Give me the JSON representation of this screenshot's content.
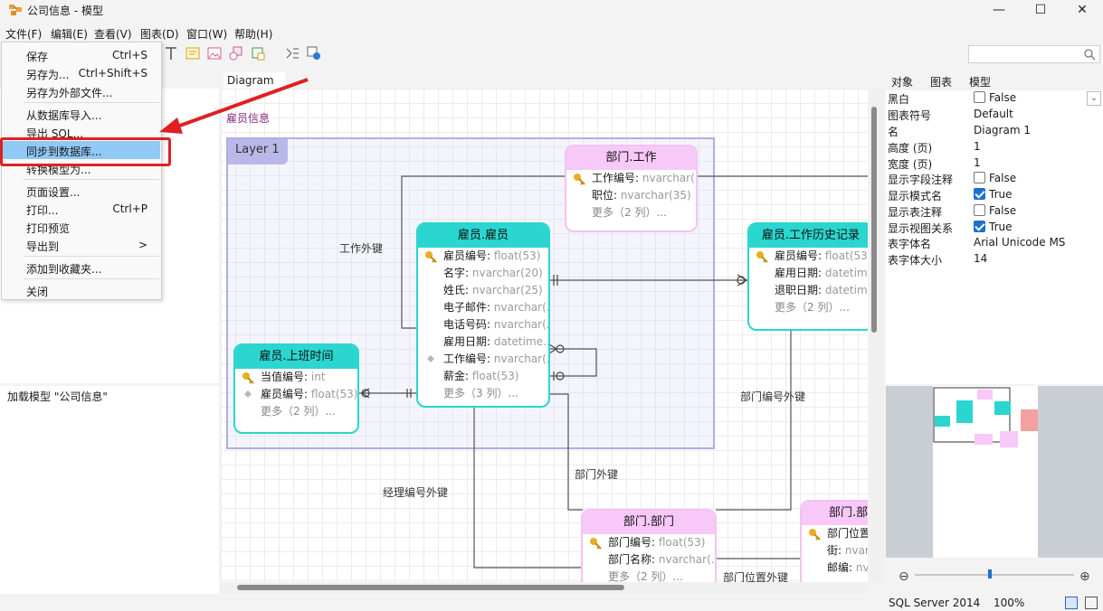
{
  "window": {
    "title": "公司信息 - 模型"
  },
  "menubar": [
    "文件(F)",
    "编辑(E)",
    "查看(V)",
    "图表(D)",
    "窗口(W)",
    "帮助(H)"
  ],
  "file_menu": {
    "items": [
      {
        "label": "保存",
        "shortcut": "Ctrl+S"
      },
      {
        "label": "另存为...",
        "shortcut": "Ctrl+Shift+S"
      },
      {
        "label": "另存为外部文件...",
        "shortcut": ""
      },
      {
        "label": "从数据库导入...",
        "shortcut": ""
      },
      {
        "label": "导出 SQL...",
        "shortcut": ""
      },
      {
        "label": "同步到数据库...",
        "shortcut": ""
      },
      {
        "label": "转换模型为...",
        "shortcut": ""
      },
      {
        "label": "页面设置...",
        "shortcut": ""
      },
      {
        "label": "打印...",
        "shortcut": "Ctrl+P"
      },
      {
        "label": "打印预览",
        "shortcut": ""
      },
      {
        "label": "导出到",
        "shortcut": ">"
      },
      {
        "label": "添加到收藏夹...",
        "shortcut": ""
      },
      {
        "label": "关闭",
        "shortcut": ""
      }
    ]
  },
  "log": {
    "message": "加载模型 \"公司信息\""
  },
  "canvas": {
    "tab": "Diagram 1",
    "diagram_label": "雇员信息",
    "layer": "Layer 1",
    "relations": [
      "工作外键",
      "部门编号外键",
      "部门外键",
      "经理编号外键",
      "部门位置外键"
    ]
  },
  "tables": {
    "job": {
      "title": "部门.工作",
      "fields": [
        {
          "name": "工作编号:",
          "type": "nvarchar(..."
        },
        {
          "name": "职位:",
          "type": "nvarchar(35)"
        }
      ],
      "more": "更多（2 列）..."
    },
    "employee": {
      "title": "雇员.雇员",
      "fields": [
        {
          "name": "雇员编号:",
          "type": "float(53)"
        },
        {
          "name": "名字:",
          "type": "nvarchar(20)"
        },
        {
          "name": "姓氏:",
          "type": "nvarchar(25)"
        },
        {
          "name": "电子邮件:",
          "type": "nvarchar(..."
        },
        {
          "name": "电话号码:",
          "type": "nvarchar(..."
        },
        {
          "name": "雇用日期:",
          "type": "datetime..."
        },
        {
          "name": "工作编号:",
          "type": "nvarchar(..."
        },
        {
          "name": "薪金:",
          "type": "float(53)"
        }
      ],
      "more": "更多（3 列）..."
    },
    "history": {
      "title": "雇员.工作历史记录",
      "fields": [
        {
          "name": "雇员编号:",
          "type": "float(53)"
        },
        {
          "name": "雇用日期:",
          "type": "datetime..."
        },
        {
          "name": "退职日期:",
          "type": "datetime..."
        }
      ],
      "more": "更多（2 列）..."
    },
    "shift": {
      "title": "雇员.上班时间",
      "fields": [
        {
          "name": "当值编号:",
          "type": "int"
        },
        {
          "name": "雇员编号:",
          "type": "float(53)"
        }
      ],
      "more": "更多（2 列）..."
    },
    "department": {
      "title": "部门.部门",
      "fields": [
        {
          "name": "部门编号:",
          "type": "float(53)"
        },
        {
          "name": "部门名称:",
          "type": "nvarchar(..."
        }
      ],
      "more": "更多（2 列）..."
    },
    "location": {
      "title": "部门.部",
      "fields": [
        {
          "name": "部门位置",
          "type": ""
        },
        {
          "name": "街:",
          "type": "nvar"
        },
        {
          "name": "邮编:",
          "type": "nva"
        }
      ]
    }
  },
  "properties": {
    "tabs": [
      "对象",
      "图表",
      "模型"
    ],
    "rows": [
      {
        "key": "黑白",
        "value": "False",
        "checkbox": "off",
        "dropdown": true
      },
      {
        "key": "图表符号",
        "value": "Default"
      },
      {
        "key": "名",
        "value": "Diagram 1"
      },
      {
        "key": "高度 (页)",
        "value": "1"
      },
      {
        "key": "宽度 (页)",
        "value": "1"
      },
      {
        "key": "显示字段注释",
        "value": "False",
        "checkbox": "off"
      },
      {
        "key": "显示模式名",
        "value": "True",
        "checkbox": "on"
      },
      {
        "key": "显示表注释",
        "value": "False",
        "checkbox": "off"
      },
      {
        "key": "显示视图关系",
        "value": "True",
        "checkbox": "on"
      },
      {
        "key": "表字体名",
        "value": "Arial Unicode MS"
      },
      {
        "key": "表字体大小",
        "value": "14"
      }
    ]
  },
  "status": {
    "server": "SQL Server 2014",
    "zoom": "100%"
  },
  "colors": {
    "teal": "#2ad6cf",
    "pink": "#f8c8f8",
    "highlight": "#e02020",
    "selection": "#90c8f6"
  }
}
